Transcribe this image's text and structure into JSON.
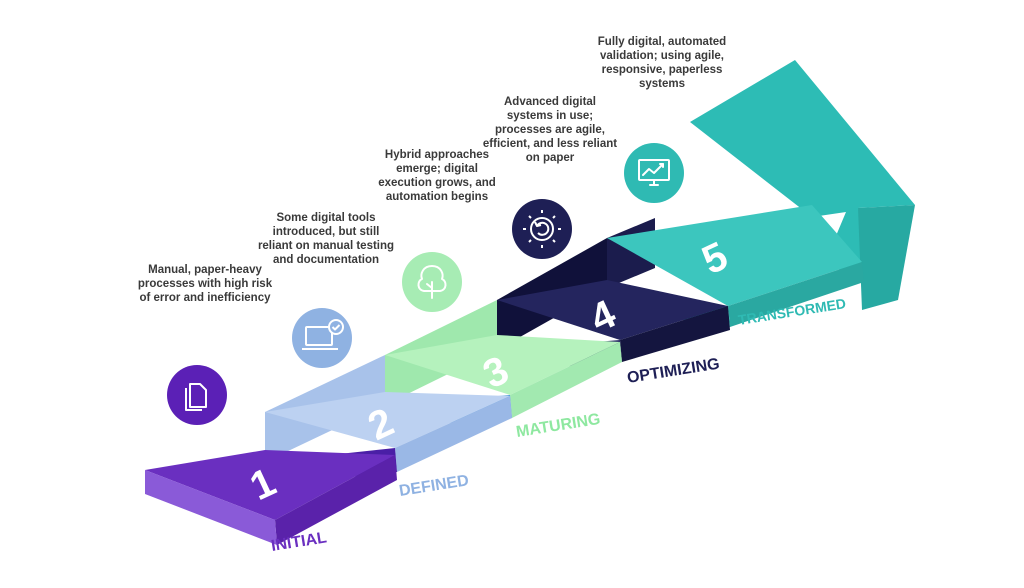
{
  "stages": [
    {
      "number": "1",
      "name": "INITIAL",
      "description": "Manual, paper-heavy processes with high risk of error and inefficiency",
      "icon": "document-copy-icon",
      "color": "#6a2fc0",
      "icon_bg": "#5b20b6"
    },
    {
      "number": "2",
      "name": "DEFINED",
      "description": "Some digital tools introduced, but still reliant on manual testing and documentation",
      "icon": "laptop-check-icon",
      "color": "#a9c3ea",
      "icon_bg": "#8fb2e2"
    },
    {
      "number": "3",
      "name": "MATURING",
      "description": "Hybrid approaches emerge; digital execution grows, and automation begins",
      "icon": "tree-icon",
      "color": "#b5f2bd",
      "icon_bg": "#a7ecb4"
    },
    {
      "number": "4",
      "name": "OPTIMIZING",
      "description": "Advanced digital systems in use; processes are agile, efficient, and less reliant on paper",
      "icon": "gear-refresh-icon",
      "color": "#24255e",
      "icon_bg": "#1e1f55"
    },
    {
      "number": "5",
      "name": "TRANSFORMED",
      "description": "Fully digital, automated validation; using agile, responsive, paperless systems",
      "icon": "monitor-chart-icon",
      "color": "#3cc6be",
      "icon_bg": "#2fbab3"
    }
  ]
}
